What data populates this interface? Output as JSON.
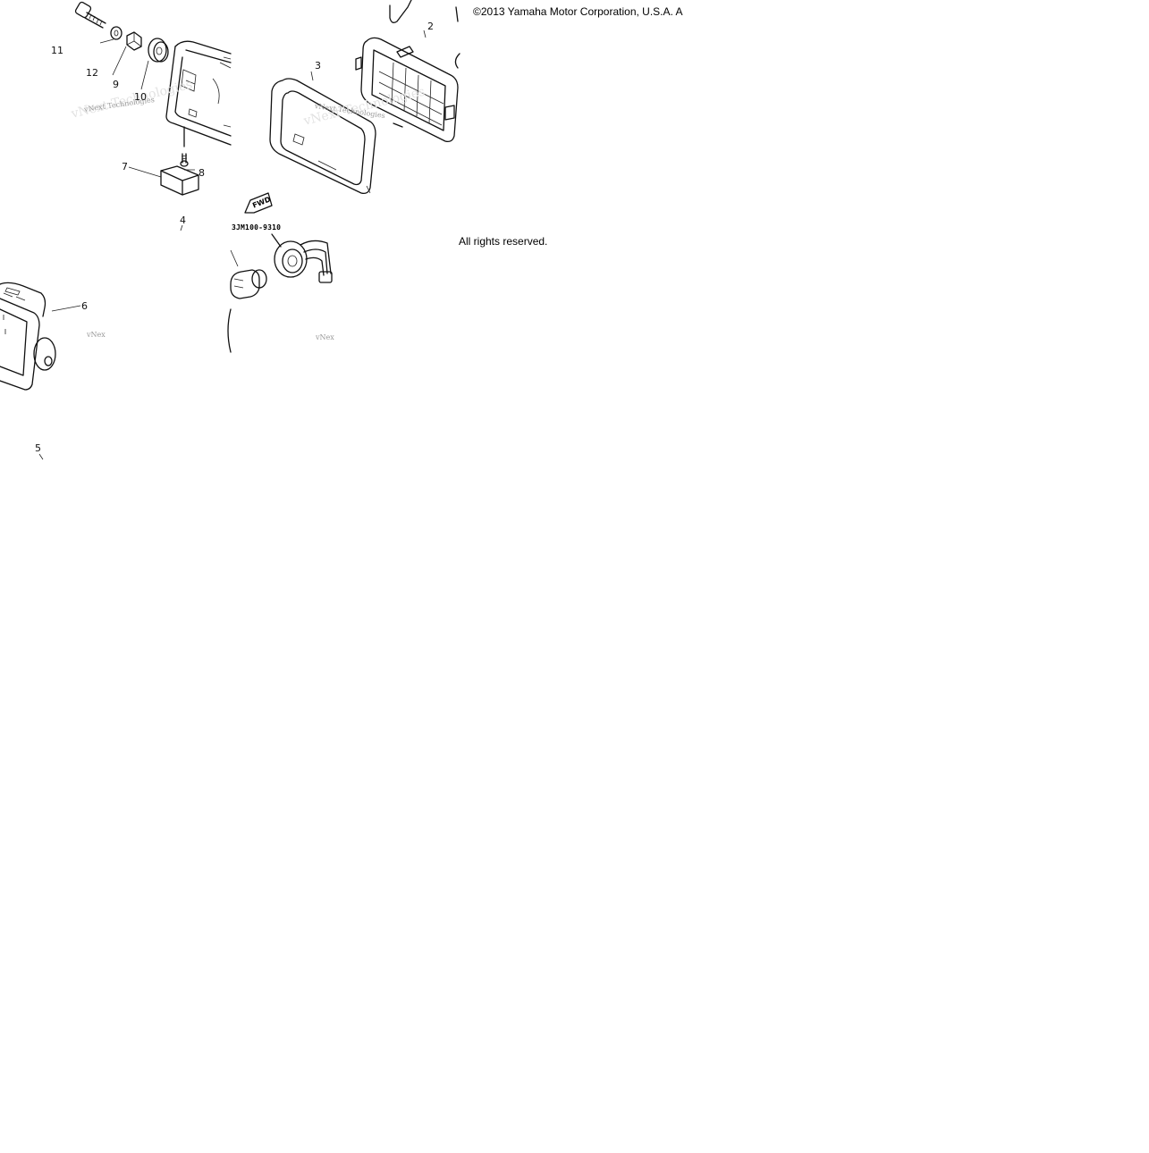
{
  "copyright": "©2013 Yamaha Motor Corporation, U.S.A. A",
  "rights": "All rights reserved.",
  "part_code": "3JM100-9310",
  "fwd_label": "FWD",
  "callouts": [
    "11",
    "12",
    "9",
    "10",
    "7",
    "8",
    "4",
    "3",
    "2",
    "6",
    "5"
  ],
  "watermark_text": "vNext Technologies",
  "watermark_partial": "vNex"
}
